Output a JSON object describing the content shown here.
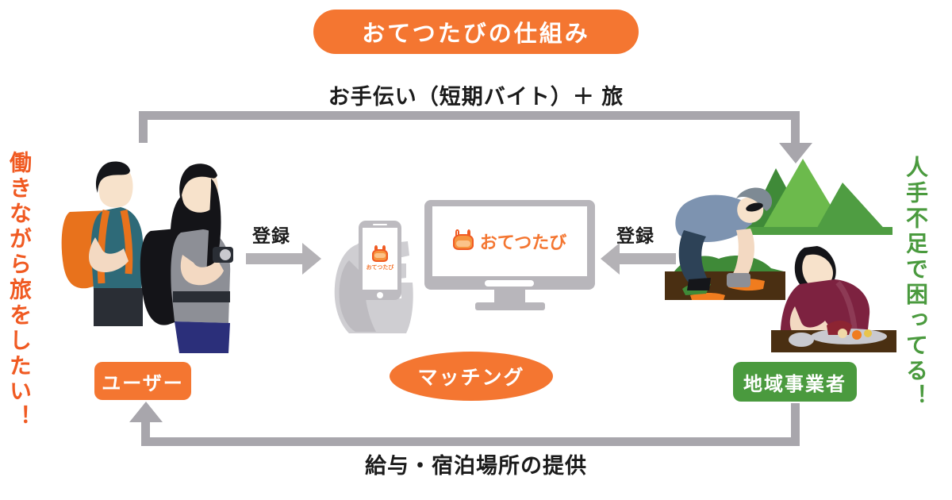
{
  "title": {
    "text": "おてつたびの仕組み",
    "bg_color": "#f47631",
    "text_color": "#ffffff"
  },
  "captions": {
    "top": "お手伝い（短期バイト）＋ 旅",
    "bottom": "給与・宿泊場所の提供"
  },
  "side_labels": {
    "left": {
      "text": "働きながら旅をしたい！",
      "color": "#f05a22"
    },
    "right": {
      "text": "人手不足で困ってる！",
      "color": "#4a9a3e"
    }
  },
  "flow": {
    "register_left": "登録",
    "register_right": "登録",
    "arrow_color": "#a8a6ac"
  },
  "nodes": {
    "user": {
      "label": "ユーザー",
      "color": "#f47631"
    },
    "matching": {
      "label": "マッチング",
      "color": "#f47631"
    },
    "business": {
      "label": "地域事業者",
      "color": "#4a9a3e"
    }
  },
  "brand": {
    "monitor_logo_text": "おてつたび",
    "phone_logo_text": "おてつたび",
    "logo_color": "#f47631",
    "logo_icon": "backpack-icon"
  },
  "illustrations": {
    "left": {
      "name": "two-travelers-with-backpacks",
      "figures": [
        {
          "name": "male-traveler",
          "shirt": "#2e6a78",
          "backpack": "#e8721c",
          "pants": "#2a2e35",
          "hair": "#15161a"
        },
        {
          "name": "female-traveler-with-camera",
          "top": "#8d8f96",
          "backpack": "#141418",
          "pants": "#2b2f7a",
          "hair": "#141418"
        }
      ]
    },
    "right": {
      "name": "farmer-and-cook-with-mountains",
      "mountain_colors": [
        "#3f8a38",
        "#6cba4c",
        "#4f9d42"
      ],
      "figures": [
        {
          "name": "farmer-harvesting-carrots",
          "shirt": "#7d93b0",
          "pants": "#2d4257",
          "cap": "#7e8a94",
          "crop": "#f07c1e",
          "soil": "#4a2f12",
          "leaves": "#3f8a38"
        },
        {
          "name": "cook-preparing-food",
          "clothes": "#7d2240",
          "table": "#4a2f12",
          "hair": "#141418"
        }
      ]
    }
  }
}
